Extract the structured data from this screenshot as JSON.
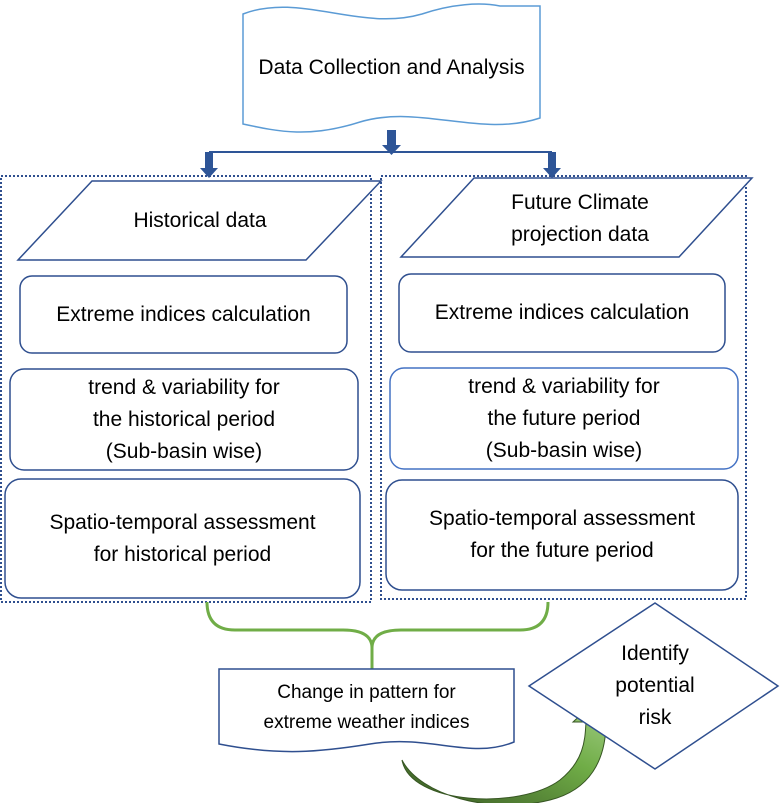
{
  "top": {
    "label": "Data Collection and Analysis"
  },
  "left": {
    "input_label": "Historical data",
    "steps": [
      "Extreme indices calculation",
      "trend & variability for\nthe historical period\n(Sub-basin wise)",
      "Spatio-temporal assessment\nfor historical period"
    ]
  },
  "right": {
    "input_label": "Future Climate\nprojection data",
    "steps": [
      "Extreme indices calculation",
      "trend & variability for\nthe future period\n(Sub-basin wise)",
      "Spatio-temporal assessment\nfor the future period"
    ]
  },
  "result": {
    "label": "Change in pattern for\nextreme weather indices"
  },
  "decision": {
    "label": "Identify\npotential\nrisk"
  },
  "colors": {
    "doc_outline": "#5b9bd5",
    "shape_outline": "#2f4f8f",
    "arrow": "#2e5597",
    "brace": "#70ad47",
    "curved_arrow": "#548235"
  }
}
